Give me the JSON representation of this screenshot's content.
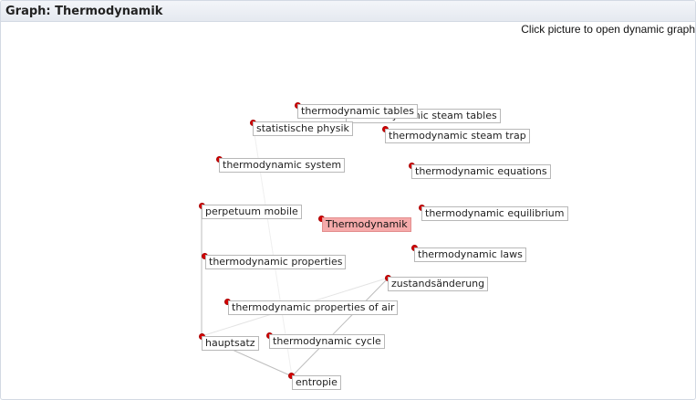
{
  "header": {
    "title": "Graph: Thermodynamik"
  },
  "hint": "Click picture to open dynamic graph",
  "graph": {
    "nodes": {
      "steam_tables": "thermodynamic steam tables",
      "tables": "thermodynamic tables",
      "statistische": "statistische physik",
      "steam_trap": "thermodynamic steam trap",
      "system": "thermodynamic system",
      "equations": "thermodynamic equations",
      "perpetuum": "perpetuum mobile",
      "center": "Thermodynamik",
      "equilibrium": "thermodynamic equilibrium",
      "laws": "thermodynamic laws",
      "properties": "thermodynamic properties",
      "zustand": "zustandsänderung",
      "props_air": "thermodynamic properties of air",
      "hauptsatz": "hauptsatz",
      "cycle": "thermodynamic cycle",
      "entropie": "entropie"
    }
  },
  "colors": {
    "node_dot": "#d40000",
    "center_fill": "#f5aaaa",
    "edge": "#bdbdbd"
  }
}
